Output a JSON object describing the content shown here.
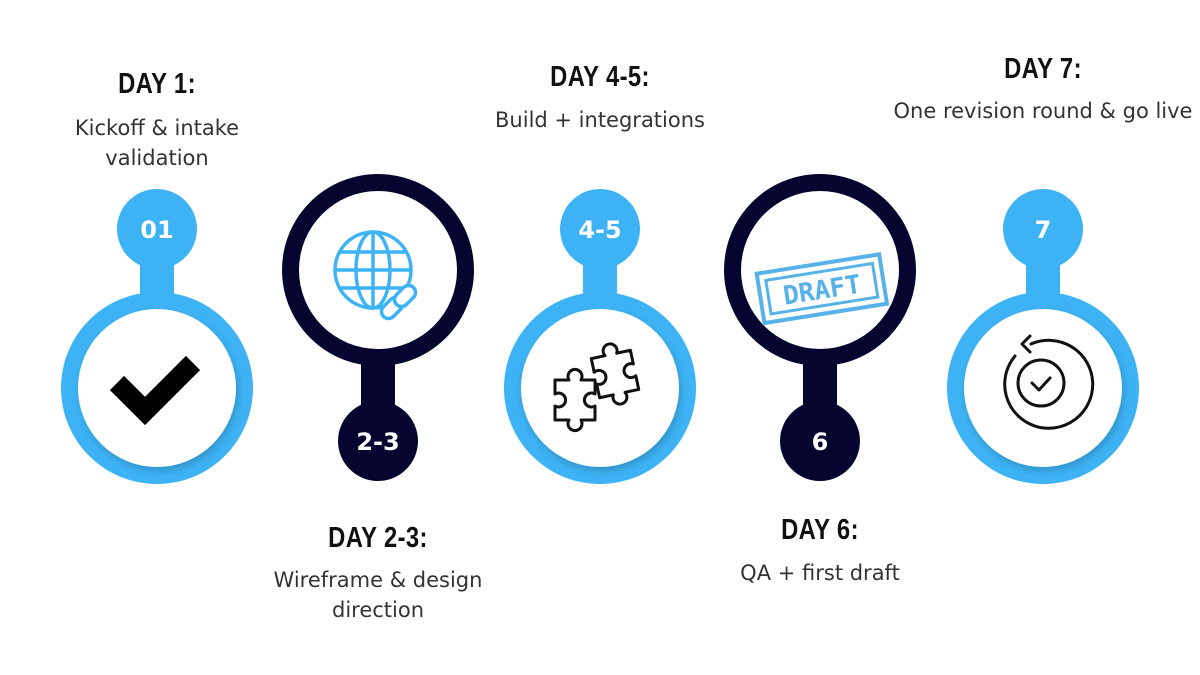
{
  "colors": {
    "blue": "#3db3f5",
    "navy": "#05052f"
  },
  "steps": [
    {
      "heading": "DAY 1:",
      "description": "Kickoff & intake validation",
      "badge": "01",
      "icon": "checkmark-icon",
      "color": "blue"
    },
    {
      "heading": "DAY 2-3:",
      "description": "Wireframe & design direction",
      "badge": "2-3",
      "icon": "globe-link-icon",
      "color": "navy"
    },
    {
      "heading": "DAY 4-5:",
      "description": "Build + integrations",
      "badge": "4-5",
      "icon": "puzzle-icon",
      "color": "blue"
    },
    {
      "heading": "DAY 6:",
      "description": "QA + first draft",
      "badge": "6",
      "icon": "draft-stamp-icon",
      "color": "navy",
      "stamp_text": "DRAFT"
    },
    {
      "heading": "DAY 7:",
      "description": "One revision round & go live",
      "badge": "7",
      "icon": "revision-cycle-icon",
      "color": "blue"
    }
  ]
}
